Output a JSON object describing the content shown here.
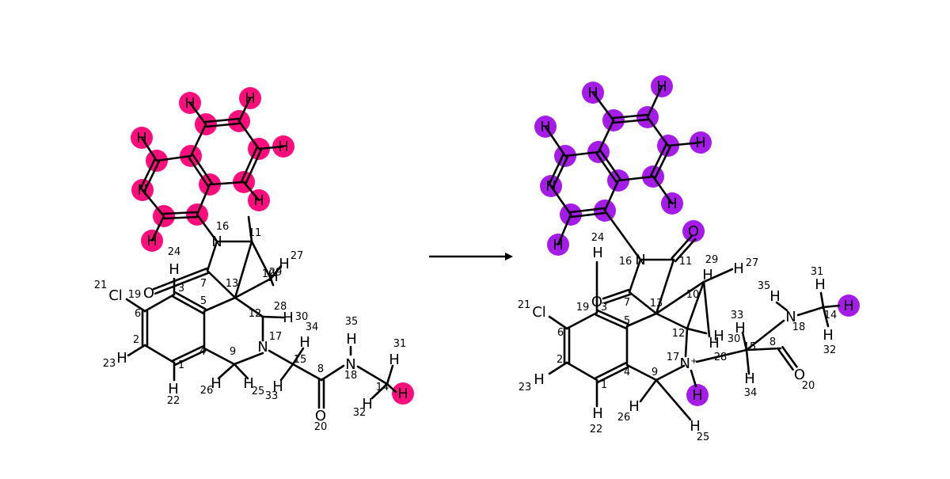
{
  "colors": {
    "reactant_highlight": "#ff0d7d",
    "product_highlight": "#a51ce8",
    "bond": "#000000",
    "background": "#ffffff"
  },
  "reactant": {
    "atoms": [
      {
        "id": "r-h-q1",
        "label": "H",
        "hl": true
      },
      {
        "id": "r-h-q2",
        "label": "H",
        "hl": true
      },
      {
        "id": "r-h-q3",
        "label": "H",
        "hl": true
      },
      {
        "id": "r-h-q4",
        "label": "H",
        "hl": true
      },
      {
        "id": "r-h-q5",
        "label": "H",
        "hl": true
      },
      {
        "id": "r-n-q",
        "label": "N",
        "hl": true
      },
      {
        "id": "r-h-q6",
        "label": "H",
        "hl": true
      },
      {
        "id": "r-h-14",
        "label": "H",
        "hl": true
      },
      {
        "id": "r-n16",
        "label": "N",
        "hl": false
      },
      {
        "id": "r-n17",
        "label": "N",
        "hl": false
      },
      {
        "id": "r-n18",
        "label": "N",
        "hl": false
      },
      {
        "id": "r-o19",
        "label": "O",
        "hl": false
      },
      {
        "id": "r-o20",
        "label": "O",
        "hl": false
      },
      {
        "id": "r-cl",
        "label": "Cl",
        "hl": false
      },
      {
        "id": "r-h24",
        "label": "H",
        "hl": false
      },
      {
        "id": "r-h27",
        "label": "H",
        "hl": false
      },
      {
        "id": "r-h29",
        "label": "H",
        "hl": false
      },
      {
        "id": "r-h30",
        "label": "H",
        "hl": false
      },
      {
        "id": "r-h23",
        "label": "H",
        "hl": false
      },
      {
        "id": "r-h22",
        "label": "H",
        "hl": false
      },
      {
        "id": "r-h26",
        "label": "H",
        "hl": false
      },
      {
        "id": "r-h25",
        "label": "H",
        "hl": false
      },
      {
        "id": "r-h34",
        "label": "H",
        "hl": false
      },
      {
        "id": "r-h33",
        "label": "H",
        "hl": false
      },
      {
        "id": "r-h35",
        "label": "H",
        "hl": false
      },
      {
        "id": "r-h31",
        "label": "H",
        "hl": false
      },
      {
        "id": "r-h32",
        "label": "H",
        "hl": false
      }
    ],
    "highlight_carbons": 9,
    "indices": [
      "1",
      "2",
      "3",
      "4",
      "5",
      "6",
      "7",
      "8",
      "9",
      "10",
      "11",
      "12",
      "13",
      "14",
      "15",
      "16",
      "17",
      "18",
      "19",
      "20",
      "21",
      "22",
      "23",
      "24",
      "25",
      "26",
      "27",
      "28",
      "29",
      "30",
      "31",
      "32",
      "33",
      "34",
      "35"
    ]
  },
  "product": {
    "atoms": [
      {
        "id": "p-h-q1",
        "label": "H",
        "hl": true
      },
      {
        "id": "p-h-q2",
        "label": "H",
        "hl": true
      },
      {
        "id": "p-h-q3",
        "label": "H",
        "hl": true
      },
      {
        "id": "p-h-q4",
        "label": "H",
        "hl": true
      },
      {
        "id": "p-h-q5",
        "label": "H",
        "hl": true
      },
      {
        "id": "p-n-q",
        "label": "N",
        "hl": true
      },
      {
        "id": "p-h-q6",
        "label": "H",
        "hl": true
      },
      {
        "id": "p-o11",
        "label": "O",
        "hl": true
      },
      {
        "id": "p-h-14",
        "label": "H",
        "hl": true
      },
      {
        "id": "p-h-n17",
        "label": "H",
        "hl": true
      },
      {
        "id": "p-n16",
        "label": "N",
        "hl": false
      },
      {
        "id": "p-n17",
        "label": "N⁺",
        "hl": false
      },
      {
        "id": "p-n18",
        "label": "N",
        "hl": false
      },
      {
        "id": "p-o19",
        "label": "O",
        "hl": false
      },
      {
        "id": "p-o20",
        "label": "O",
        "hl": false
      },
      {
        "id": "p-cl",
        "label": "Cl",
        "hl": false
      },
      {
        "id": "p-h24",
        "label": "H",
        "hl": false
      },
      {
        "id": "p-h27",
        "label": "H",
        "hl": false
      },
      {
        "id": "p-h29",
        "label": "H",
        "hl": false
      },
      {
        "id": "p-h28",
        "label": "H",
        "hl": false
      },
      {
        "id": "p-h30",
        "label": "H",
        "hl": false
      },
      {
        "id": "p-h23",
        "label": "H",
        "hl": false
      },
      {
        "id": "p-h22",
        "label": "H",
        "hl": false
      },
      {
        "id": "p-h26",
        "label": "H",
        "hl": false
      },
      {
        "id": "p-h25",
        "label": "H",
        "hl": false
      },
      {
        "id": "p-h33",
        "label": "H",
        "hl": false
      },
      {
        "id": "p-h34",
        "label": "H",
        "hl": false
      },
      {
        "id": "p-h35",
        "label": "H",
        "hl": false
      },
      {
        "id": "p-h31",
        "label": "H",
        "hl": false
      },
      {
        "id": "p-h32",
        "label": "H",
        "hl": false
      }
    ],
    "highlight_carbons": 9,
    "indices": [
      "1",
      "2",
      "3",
      "4",
      "5",
      "6",
      "7",
      "8",
      "9",
      "10",
      "11",
      "12",
      "13",
      "14",
      "15",
      "16",
      "17",
      "18",
      "19",
      "20",
      "21",
      "22",
      "23",
      "24",
      "25",
      "26",
      "27",
      "28",
      "29",
      "30",
      "31",
      "32",
      "33",
      "34",
      "35"
    ]
  },
  "arrow": {
    "direction": "right"
  }
}
